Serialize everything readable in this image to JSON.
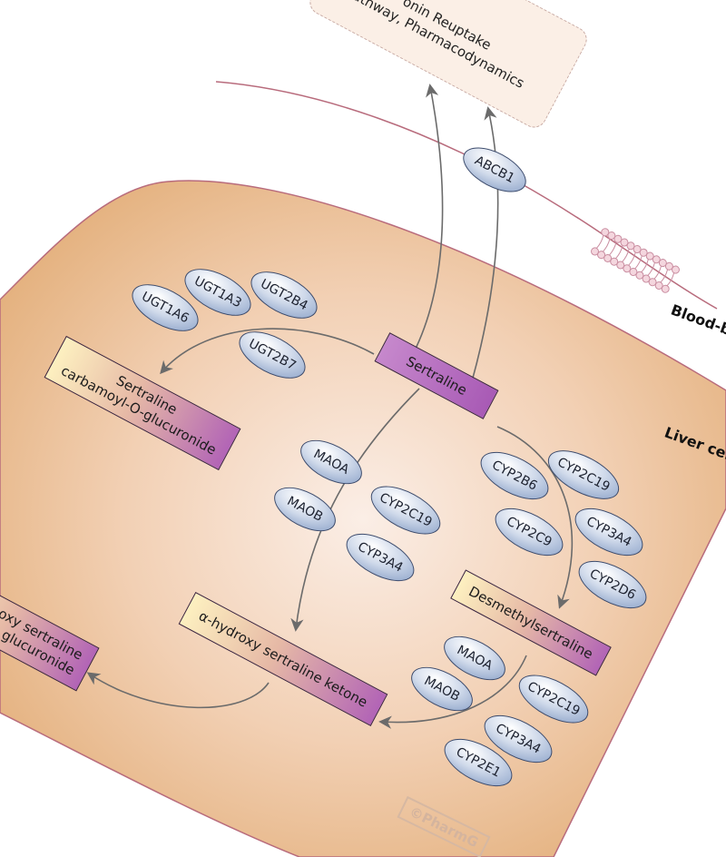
{
  "pd_box": {
    "line1": "onin Reuptake",
    "line2": "athway, Pharmacodynamics"
  },
  "membrane_label": "Blood-br",
  "cell_label": "Liver cel",
  "watermark": "©PharmG",
  "nodes": {
    "sertraline": "Sertraline",
    "glucuronide_line1": "Sertraline",
    "glucuronide_line2": "carbamoyl-O-glucuronide",
    "desmethyl": "Desmethylsertraline",
    "ketone": "α-hydroxy sertraline ketone",
    "hydroxy_line1": "oxy sertraline",
    "hydroxy_line2": "glucuronide"
  },
  "enzymes": {
    "abcb1": "ABCB1",
    "ugt1a6": "UGT1A6",
    "ugt1a3": "UGT1A3",
    "ugt2b4": "UGT2B4",
    "ugt2b7": "UGT2B7",
    "maoa_1": "MAOA",
    "maob_1": "MAOB",
    "cyp2c19_1": "CYP2C19",
    "cyp3a4_1": "CYP3A4",
    "cyp2b6": "CYP2B6",
    "cyp2c19_2": "CYP2C19",
    "cyp2c9": "CYP2C9",
    "cyp3a4_2": "CYP3A4",
    "cyp2d6": "CYP2D6",
    "maoa_2": "MAOA",
    "maob_2": "MAOB",
    "cyp2c19_3": "CYP2C19",
    "cyp3a4_3": "CYP3A4",
    "cyp2e1": "CYP2E1"
  },
  "colors": {
    "cell_fill": "#e6b786",
    "cell_center": "#fbeee6",
    "enzyme_fill": "#b9c8e2",
    "sertraline_box": "#b36bbd",
    "arrow": "#6b6b6b"
  }
}
